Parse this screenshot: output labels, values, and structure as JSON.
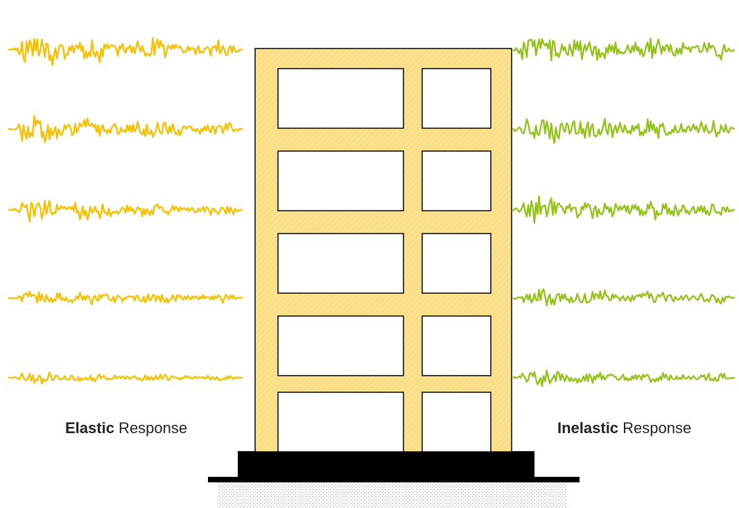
{
  "captions": {
    "left_bold": "Elastic",
    "left_rest": " Response",
    "right_bold": "Inelastic",
    "right_rest": " Response"
  },
  "building": {
    "stories": 5,
    "bays": 2,
    "frame_color": "#fbe18e",
    "foundation_color": "#000000",
    "ground_pattern": "dotted-soil"
  },
  "elastic_response": {
    "color": "#f5c000",
    "traces": 5,
    "amplitude_by_floor_top_to_bottom": [
      1.0,
      0.85,
      0.7,
      0.5,
      0.33
    ]
  },
  "inelastic_response": {
    "color": "#95c21a",
    "traces": 5,
    "amplitude_by_floor_top_to_bottom": [
      1.0,
      0.9,
      0.75,
      0.6,
      0.45
    ]
  }
}
